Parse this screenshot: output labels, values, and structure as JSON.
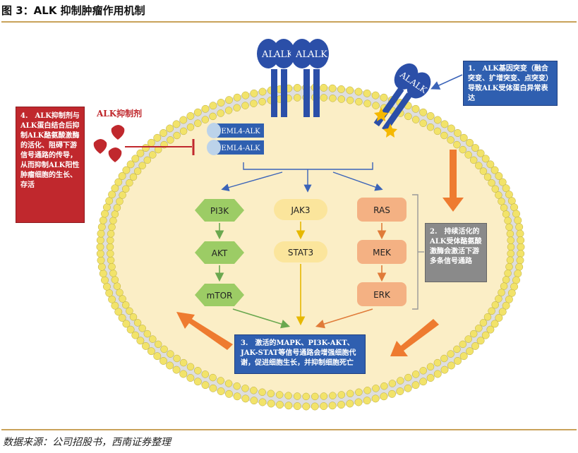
{
  "figure_title": "图 3：ALK 抑制肿瘤作用机制",
  "source": "数据来源：公司招股书，西南证券整理",
  "membrane": {
    "receptor_labels": [
      "AL",
      "ALK",
      "AL",
      "ALK"
    ],
    "mutant_receptor_labels": [
      "AL",
      "ALK"
    ],
    "fusion_labels": [
      "EML4-ALK",
      "EML4-ALK"
    ]
  },
  "inhibitor_label": "ALK抑制剂",
  "pathways": {
    "left": [
      "PI3K",
      "AKT",
      "mTOR"
    ],
    "middle": [
      "JAK3",
      "STAT3"
    ],
    "right": [
      "RAS",
      "MEK",
      "ERK"
    ]
  },
  "notes": {
    "note1": "1.　ALK基因突变（融合突变、扩增突变、点突变）导致ALK受体蛋白异常表达",
    "note2": "2.　持续活化的ALK受体酪氨酸激酶会激活下游多条信号通路",
    "note3": "3.　激活的MAPK、PI3K-AKT、JAK-STAT等信号通路会增强细胞代谢，促进细胞生长，并抑制细胞死亡",
    "note4": "4.　ALK抑制剂与ALK蛋白结合后抑制ALK酪氨酸激酶的活化、阻碍下游信号通路的传导，从而抑制ALK阳性肿瘤细胞的生长、存活"
  },
  "colors": {
    "cell_fill": "#fbeec6",
    "membrane_bead": "#f2e36a",
    "receptor_blue": "#2b4fa8",
    "green_node": "#9ccc65",
    "yellow_node": "#fbe59c",
    "orange_node": "#f4b183",
    "arrow_orange": "#ee7b30",
    "inhibitor_red": "#c0282d"
  }
}
